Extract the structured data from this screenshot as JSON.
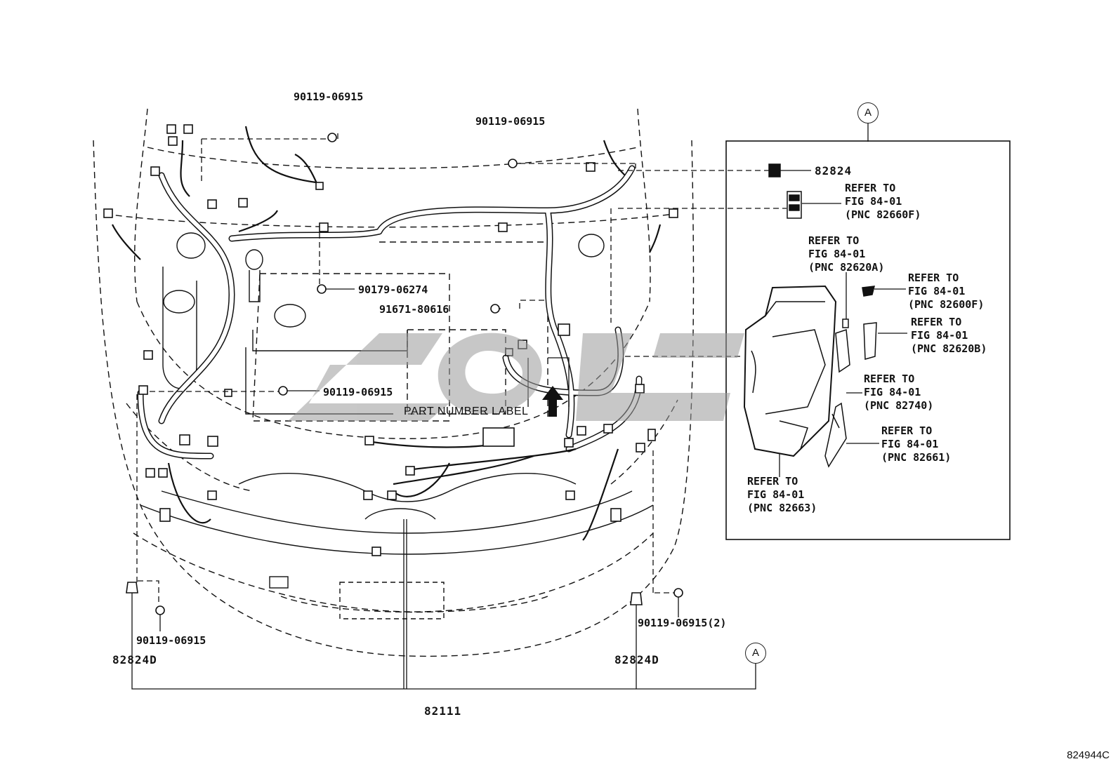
{
  "labels": {
    "bolt_top_left": "90119-06915",
    "bolt_top_center": "90119-06915",
    "clip_center": "90179-06274",
    "bolt_center": "91671-80616",
    "bolt_mid_left": "90119-06915",
    "part_number_label": "PART NUMBER LABEL",
    "bolt_bottom_left": "90119-06915",
    "bolt_bottom_right": "90119-06915(2)",
    "bracket_left": "82824D",
    "bracket_right": "82824D",
    "harness_main": "82111",
    "relay_top": "82824",
    "diagram_code": "824944C"
  },
  "callouts": {
    "top": "A",
    "bottom": "A"
  },
  "refer_blocks": [
    {
      "line1": "REFER TO",
      "line2": "FIG 84-01",
      "line3": "(PNC 82660F)"
    },
    {
      "line1": "REFER TO",
      "line2": "FIG 84-01",
      "line3": "(PNC 82620A)"
    },
    {
      "line1": "REFER TO",
      "line2": "FIG 84-01",
      "line3": "(PNC 82600F)"
    },
    {
      "line1": "REFER TO",
      "line2": "FIG 84-01",
      "line3": "(PNC 82620B)"
    },
    {
      "line1": "REFER TO",
      "line2": "FIG 84-01",
      "line3": "(PNC 82740)"
    },
    {
      "line1": "REFER TO",
      "line2": "FIG 84-01",
      "line3": "(PNC 82661)"
    },
    {
      "line1": "REFER TO",
      "line2": "FIG 84-01",
      "line3": "(PNC 82663)"
    }
  ],
  "colors": {
    "ink": "#111111",
    "watermark": "#9a9a9a"
  }
}
